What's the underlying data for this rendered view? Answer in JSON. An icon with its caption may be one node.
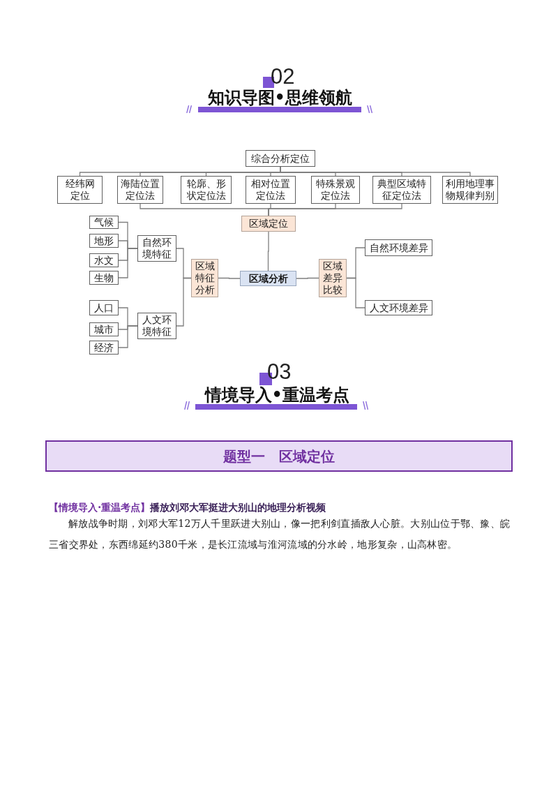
{
  "diagram": {
    "nodes": [
      {
        "text": [
          "综合分析定位"
        ]
      },
      {
        "text": [
          "经纬网定位"
        ]
      },
      {
        "text": [
          "海陆位置定位法"
        ]
      },
      {
        "text": [
          "轮廓、形状定位法"
        ]
      },
      {
        "text": [
          "相对位置定位法"
        ]
      },
      {
        "text": [
          "特殊景观定位法"
        ]
      },
      {
        "text": [
          "典型区域特征定位法"
        ]
      },
      {
        "text": [
          "利用地理事物规律判别"
        ]
      },
      {
        "text": [
          "区域定位"
        ]
      },
      {
        "text": [
          "气候"
        ]
      },
      {
        "text": [
          "地形"
        ]
      },
      {
        "text": [
          "水文"
        ]
      },
      {
        "text": [
          "生物"
        ]
      },
      {
        "text": [
          "自然环境特征"
        ]
      },
      {
        "text": [
          "区域特征分析"
        ]
      },
      {
        "text": [
          "区域分析"
        ]
      },
      {
        "text": [
          "区域差异比较"
        ]
      },
      {
        "text": [
          "自然环境差异"
        ]
      },
      {
        "text": [
          "人文环境差异"
        ]
      },
      {
        "text": [
          "人口"
        ]
      },
      {
        "text": [
          "城市"
        ]
      },
      {
        "text": [
          "经济"
        ]
      },
      {
        "text": [
          "人文环境特征"
        ]
      },
      {
        "text": [
          "题型一　区域定位"
        ]
      }
    ],
    "edges": [
      {
        "from": 0,
        "to": 1,
        "arrow": "none"
      },
      {
        "from": 0,
        "to": 2,
        "arrow": "none"
      },
      {
        "from": 0,
        "to": 3,
        "arrow": "none"
      },
      {
        "from": 0,
        "to": 4,
        "arrow": "none"
      },
      {
        "from": 0,
        "to": 5,
        "arrow": "none"
      },
      {
        "from": 0,
        "to": 6,
        "arrow": "none"
      },
      {
        "from": 0,
        "to": 7,
        "arrow": "none"
      },
      {
        "from": 8,
        "to": 2,
        "arrow": "none"
      },
      {
        "from": 8,
        "to": 4,
        "arrow": "none"
      },
      {
        "from": 8,
        "to": 5,
        "arrow": "none"
      },
      {
        "from": 8,
        "to": 6,
        "arrow": "none"
      },
      {
        "from": 15,
        "to": 8,
        "arrow": "none"
      },
      {
        "from": 15,
        "to": 14,
        "arrow": "none"
      },
      {
        "from": 15,
        "to": 16,
        "arrow": "none"
      },
      {
        "from": 14,
        "to": 13,
        "arrow": "none"
      },
      {
        "from": 14,
        "to": 22,
        "arrow": "none"
      },
      {
        "from": 13,
        "to": 9,
        "arrow": "none"
      },
      {
        "from": 13,
        "to": 10,
        "arrow": "none"
      },
      {
        "from": 13,
        "to": 11,
        "arrow": "none"
      },
      {
        "from": 13,
        "to": 12,
        "arrow": "none"
      },
      {
        "from": 22,
        "to": 19,
        "arrow": "none"
      },
      {
        "from": 22,
        "to": 20,
        "arrow": "none"
      },
      {
        "from": 22,
        "to": 21,
        "arrow": "none"
      },
      {
        "from": 16,
        "to": 17,
        "arrow": "none"
      },
      {
        "from": 16,
        "to": 18,
        "arrow": "none"
      }
    ],
    "labels": [
      "02",
      "知识导图•思维领航",
      "03",
      "情境导入•重温考点",
      "【情境导入·重温考点】",
      "播放刘邓大军挺进大别山的地理分析视频",
      "解放战争时期，刘邓大军12万人千里跃进大别山，像一把利剑直插敌人心脏。大别山位于鄂、豫、皖三省交界处，东西绵延约380千米，是长江流域与淮河流域的分水岭，地形复杂，山高林密。"
    ]
  }
}
